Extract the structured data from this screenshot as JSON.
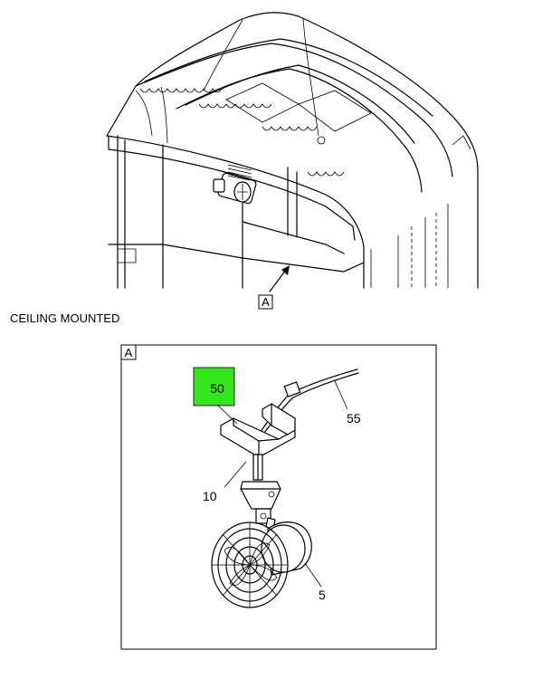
{
  "caption": "CEILING MOUNTED",
  "view_marker": "A",
  "detail_marker": "A",
  "callouts": [
    {
      "id": "50",
      "highlighted": true
    },
    {
      "id": "55"
    },
    {
      "id": "10"
    },
    {
      "id": "5"
    }
  ],
  "colors": {
    "highlight": "#33e61a",
    "line": "#000000"
  }
}
